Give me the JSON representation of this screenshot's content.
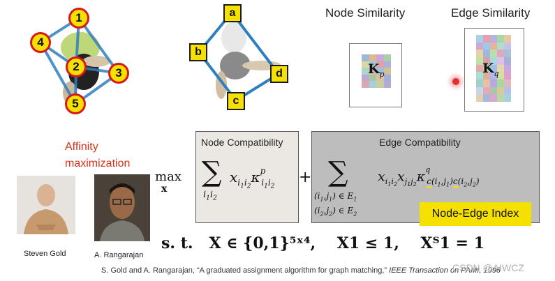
{
  "graph1": {
    "nodes": [
      "1",
      "2",
      "3",
      "4",
      "5"
    ]
  },
  "graph2": {
    "nodes": [
      "a",
      "b",
      "c",
      "d"
    ]
  },
  "similarity": {
    "node_title": "Node Similarity",
    "edge_title": "Edge Similarity",
    "node_matrix": "K",
    "node_sub": "p",
    "edge_matrix": "K",
    "edge_sub": "q"
  },
  "affinity": {
    "line1": "Affinity",
    "line2": "maximization"
  },
  "people": {
    "left_name": "Steven Gold",
    "right_name": "A. Rangarajan"
  },
  "formula": {
    "node_box_title": "Node Compatibility",
    "edge_box_title": "Edge Compatibility",
    "index_badge": "Node-Edge Index",
    "constraint": "s. t.   X ∈ {0,1}⁵ˣ⁴,    X1 ≤ 1,    Xᵀ1 = 1"
  },
  "citation": {
    "main": "S. Gold and A. Rangarajan, “A graduated assignment algorithm for graph matching,”",
    "venue": "IEEE Transaction on PAMI, 1996"
  },
  "watermark": "CSDN @AIWCZ",
  "colors": {
    "badge_yellow": "#f6e000",
    "badge_red": "#d81818",
    "edge_blue": "#2e7fc0",
    "affinity_red": "#d8321a",
    "edge_box_gray": "#bdbdbd",
    "node_box_gray": "#ebe7e3"
  }
}
